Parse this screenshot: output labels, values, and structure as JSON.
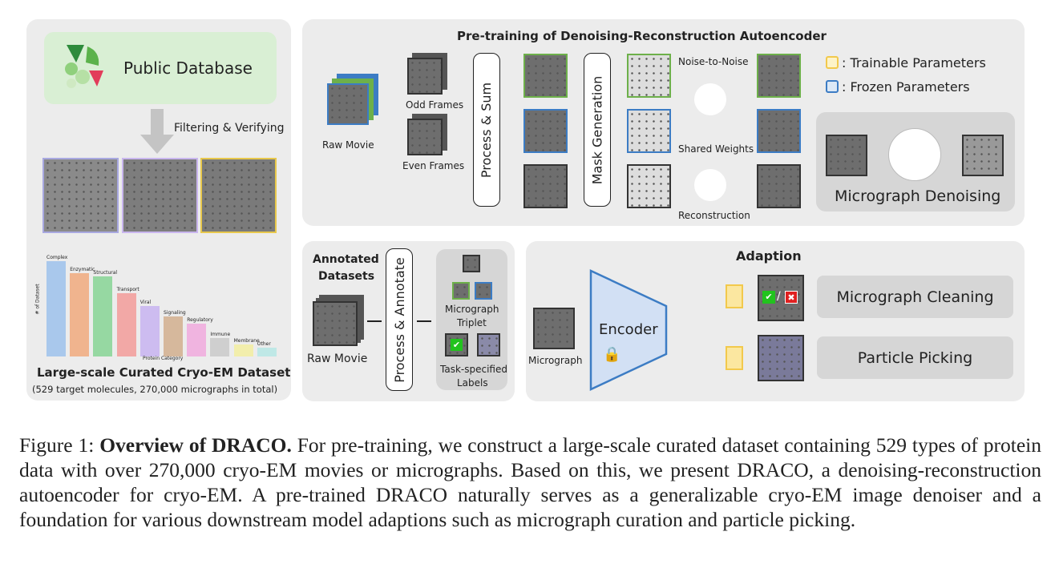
{
  "left": {
    "database_label": "Public Database",
    "filter_label": "Filtering & Verifying",
    "dataset_title": "Large-scale Curated Cryo-EM Dataset",
    "dataset_subtitle": "(529 target molecules, 270,000 micrographs in total)"
  },
  "chart_data": {
    "type": "bar",
    "ylabel": "# of Dataset",
    "xlabel": "Protein Category",
    "categories": [
      "Complex",
      "Enzymatic",
      "Structural",
      "Transport",
      "Viral",
      "Signaling",
      "Regulatory",
      "Immune",
      "Membrane",
      "Other"
    ],
    "values": [
      126,
      110,
      106,
      84,
      67,
      53,
      43,
      24,
      16,
      12
    ],
    "colors": [
      "#a9c8ec",
      "#f0b48e",
      "#96d8a2",
      "#f2a8a6",
      "#cdbcf0",
      "#d6b89c",
      "#f0b4e0",
      "#cfcfcf",
      "#f2eeac",
      "#bfe8e6"
    ]
  },
  "pretrain": {
    "title": "Pre-training of Denoising-Reconstruction Autoencoder",
    "raw_movie": "Raw Movie",
    "odd": "Odd Frames",
    "even": "Even Frames",
    "process_sum": "Process & Sum",
    "mask": "Mask Generation",
    "n2n": "Noise-to-Noise",
    "shared": "Shared Weights",
    "recon": "Reconstruction"
  },
  "legend": {
    "trainable": ": Trainable Parameters",
    "frozen": ": Frozen Parameters",
    "trainable_color": "#f2c94c",
    "frozen_color": "#3c7cc4"
  },
  "denoise": {
    "label": "Micrograph Denoising"
  },
  "annot": {
    "title1": "Annotated",
    "title2": "Datasets",
    "raw_movie": "Raw Movie",
    "process": "Process & Annotate",
    "triplet1": "Micrograph",
    "triplet2": "Triplet",
    "labels1": "Task-specified",
    "labels2": "Labels"
  },
  "adaption": {
    "title": "Adaption",
    "encoder": "Encoder",
    "micrograph": "Micrograph",
    "cleaning": "Micrograph Cleaning",
    "picking": "Particle Picking",
    "slash": "/"
  },
  "caption": {
    "prefix": "Figure 1: ",
    "bold": "Overview of DRACO.",
    "text": " For pre-training, we construct a large-scale curated dataset containing 529 types of protein data with over 270,000 cryo-EM movies or micrographs. Based on this, we present DRACO, a denoising-reconstruction autoencoder for cryo-EM. A pre-trained DRACO naturally serves as a generalizable cryo-EM image denoiser and a foundation for various downstream model adaptions such as micrograph curation and particle picking."
  }
}
